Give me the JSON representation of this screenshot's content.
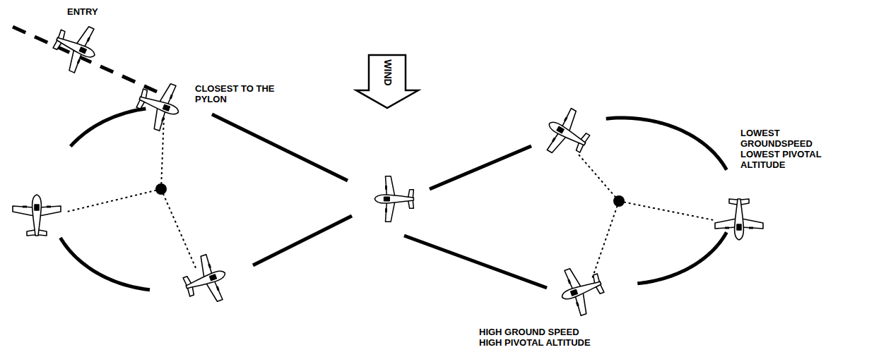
{
  "diagram": {
    "labels": [
      "ENTRY",
      "CLOSEST TO THE PYLON",
      "WIND",
      "LOWEST GROUNDSPEED LOWEST PIVOTAL ALTITUDE",
      "HIGH GROUND SPEED HIGH PIVOTAL ALTITUDE"
    ]
  }
}
